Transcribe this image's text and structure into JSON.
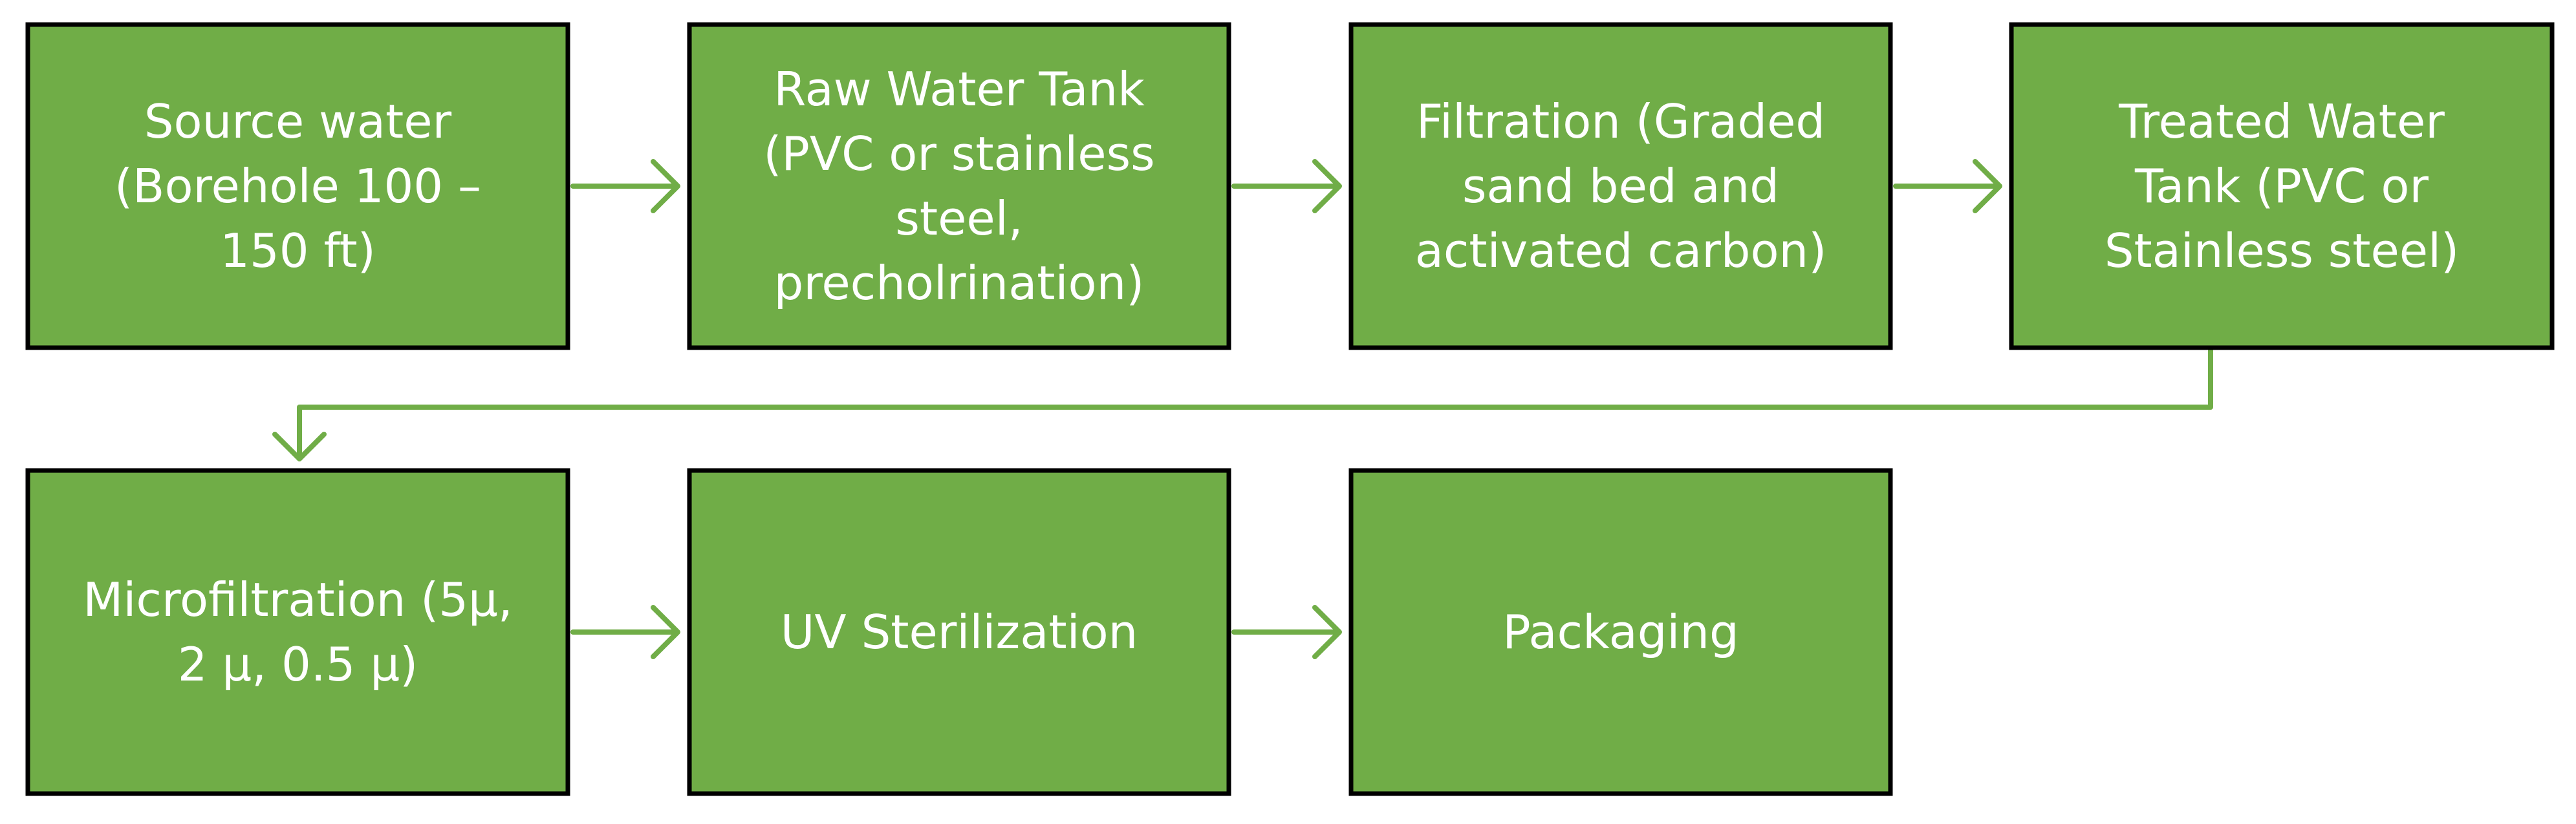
{
  "colors": {
    "box_fill": "#70AD47",
    "box_border": "#000000",
    "arrow": "#70AD47",
    "text": "#FFFFFF"
  },
  "nodes": [
    {
      "id": "source-water",
      "lines": [
        "Source water",
        "(Borehole 100 –",
        "150 ft)"
      ]
    },
    {
      "id": "raw-water-tank",
      "lines": [
        "Raw Water Tank",
        "(PVC or stainless",
        "steel,",
        "precholrination)"
      ]
    },
    {
      "id": "filtration",
      "lines": [
        "Filtration (Graded",
        "sand bed and",
        "activated carbon)"
      ]
    },
    {
      "id": "treated-water-tank",
      "lines": [
        "Treated Water",
        "Tank (PVC or",
        "Stainless steel)"
      ]
    },
    {
      "id": "microfiltration",
      "lines": [
        "Microfiltration (5μ,",
        "2 μ, 0.5 μ)"
      ]
    },
    {
      "id": "uv-sterilization",
      "lines": [
        "UV Sterilization"
      ]
    },
    {
      "id": "packaging",
      "lines": [
        "Packaging"
      ]
    }
  ],
  "edges": [
    {
      "from": "source-water",
      "to": "raw-water-tank"
    },
    {
      "from": "raw-water-tank",
      "to": "filtration"
    },
    {
      "from": "filtration",
      "to": "treated-water-tank"
    },
    {
      "from": "treated-water-tank",
      "to": "microfiltration"
    },
    {
      "from": "microfiltration",
      "to": "uv-sterilization"
    },
    {
      "from": "uv-sterilization",
      "to": "packaging"
    }
  ]
}
